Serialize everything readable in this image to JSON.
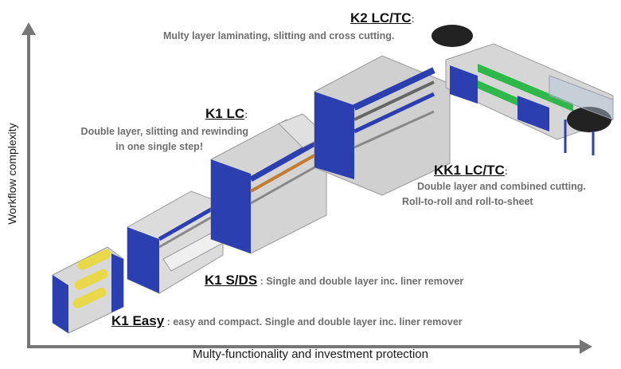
{
  "axes": {
    "x_label": "Multy-functionality and investment protection",
    "y_label": "Workflow complexity"
  },
  "machines": [
    {
      "name": "K1 Easy",
      "sep": ":",
      "desc": "easy and compact. Single and double layer inc. liner remover"
    },
    {
      "name": "K1 S/DS",
      "sep": ":",
      "desc": "Single and double layer inc. liner remover"
    },
    {
      "name": "K1 LC",
      "sep": ":",
      "desc_line1": "Double layer, slitting and rewinding",
      "desc_line2": "in one single step!"
    },
    {
      "name": "KK1 LC/TC",
      "sep": ":",
      "desc_line1": "Double layer and combined cutting.",
      "desc_line2": "Roll-to-roll and roll-to-sheet"
    },
    {
      "name": "K2 LC/TC",
      "sep": ":",
      "desc": "Multy layer laminating, slitting and cross cutting."
    }
  ],
  "colors": {
    "machine_blue": "#2b3fb0",
    "frame_grey": "#c8c8c8",
    "roll_yellow": "#e8d84a",
    "table_green": "#2fb84a"
  }
}
